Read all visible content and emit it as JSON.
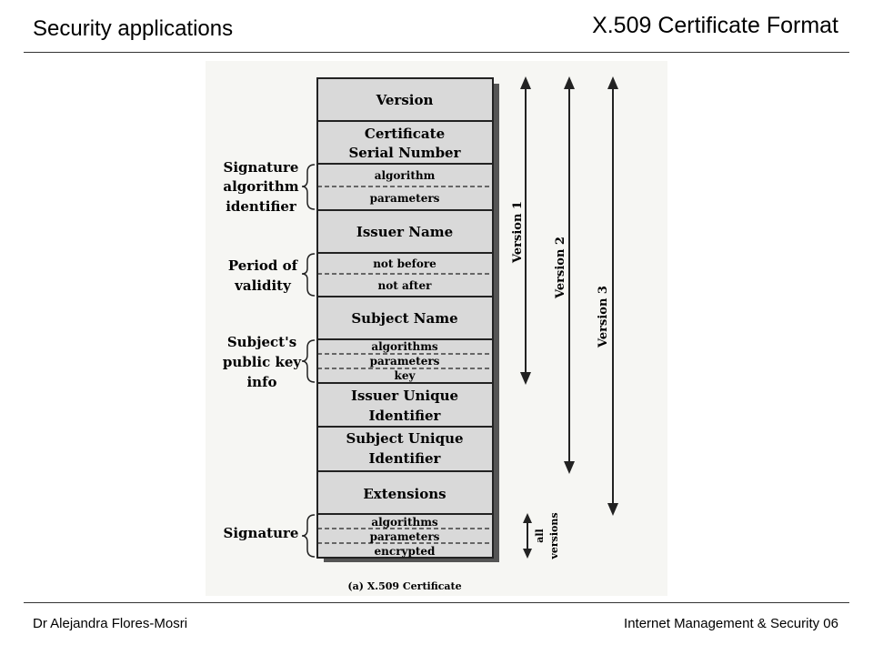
{
  "header": {
    "left_title": "Security applications",
    "right_title": "X.509 Certificate Format"
  },
  "footer": {
    "author": "Dr Alejandra Flores-Mosri",
    "course": "Internet Management & Security 06"
  },
  "diagram": {
    "fields": {
      "version": "Version",
      "serial_line1": "Certificate",
      "serial_line2": "Serial Number",
      "sig_algorithm": "algorithm",
      "sig_parameters": "parameters",
      "issuer_name": "Issuer Name",
      "not_before": "not before",
      "not_after": "not after",
      "subject_name": "Subject Name",
      "pk_algorithms": "algorithms",
      "pk_parameters": "parameters",
      "pk_key": "key",
      "issuer_uid_line1": "Issuer Unique",
      "issuer_uid_line2": "Identifier",
      "subject_uid_line1": "Subject Unique",
      "subject_uid_line2": "Identifier",
      "extensions": "Extensions",
      "signature_algorithms": "algorithms",
      "signature_parameters": "parameters",
      "signature_encrypted": "encrypted"
    },
    "side_labels": {
      "sig_alg_line1": "Signature",
      "sig_alg_line2": "algorithm",
      "sig_alg_line3": "identifier",
      "period_line1": "Period of",
      "period_line2": "validity",
      "subject_pk_line1": "Subject's",
      "subject_pk_line2": "public key",
      "subject_pk_line3": "info",
      "signature": "Signature"
    },
    "version_labels": {
      "v1": "Version 1",
      "v2": "Version 2",
      "v3": "Version 3",
      "all_line1": "all",
      "all_line2": "versions"
    },
    "caption": "(a) X.509 Certificate"
  }
}
